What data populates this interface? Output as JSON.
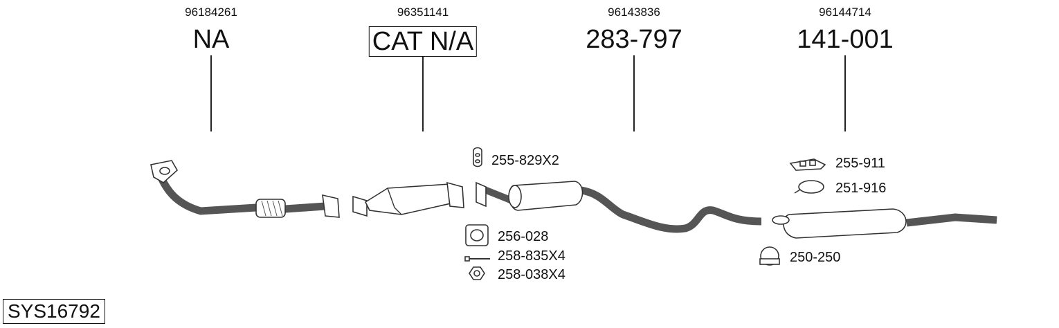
{
  "sections": [
    {
      "oe": "96184261",
      "part": "NA",
      "boxed": false
    },
    {
      "oe": "96351141",
      "part": "CAT N/A",
      "boxed": true
    },
    {
      "oe": "96143836",
      "part": "283-797",
      "boxed": false
    },
    {
      "oe": "96144714",
      "part": "141-001",
      "boxed": false
    }
  ],
  "callouts": [
    "255-829X2",
    "256-028",
    "258-835X4",
    "258-038X4",
    "255-911",
    "251-916",
    "250-250"
  ],
  "system_code": "SYS16792"
}
